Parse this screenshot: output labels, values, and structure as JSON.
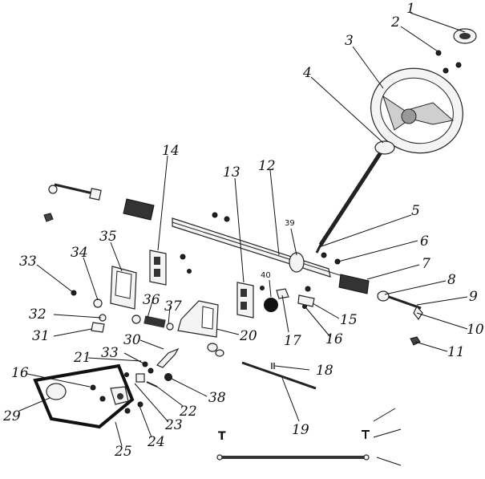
{
  "diagram": {
    "labels": [
      {
        "id": "1",
        "text": "1"
      },
      {
        "id": "2",
        "text": "2"
      },
      {
        "id": "3",
        "text": "3"
      },
      {
        "id": "4",
        "text": "4"
      },
      {
        "id": "5",
        "text": "5"
      },
      {
        "id": "6",
        "text": "6"
      },
      {
        "id": "7",
        "text": "7"
      },
      {
        "id": "8",
        "text": "8"
      },
      {
        "id": "9",
        "text": "9"
      },
      {
        "id": "10",
        "text": "10"
      },
      {
        "id": "11",
        "text": "11"
      },
      {
        "id": "12",
        "text": "12"
      },
      {
        "id": "13",
        "text": "13"
      },
      {
        "id": "14",
        "text": "14"
      },
      {
        "id": "15",
        "text": "15"
      },
      {
        "id": "16a",
        "text": "16"
      },
      {
        "id": "16b",
        "text": "16"
      },
      {
        "id": "17",
        "text": "17"
      },
      {
        "id": "18",
        "text": "18"
      },
      {
        "id": "19",
        "text": "19"
      },
      {
        "id": "20",
        "text": "20"
      },
      {
        "id": "21",
        "text": "21"
      },
      {
        "id": "22",
        "text": "22"
      },
      {
        "id": "23",
        "text": "23"
      },
      {
        "id": "24",
        "text": "24"
      },
      {
        "id": "25",
        "text": "25"
      },
      {
        "id": "29",
        "text": "29"
      },
      {
        "id": "30",
        "text": "30"
      },
      {
        "id": "31",
        "text": "31"
      },
      {
        "id": "32",
        "text": "32"
      },
      {
        "id": "33a",
        "text": "33"
      },
      {
        "id": "33b",
        "text": "33"
      },
      {
        "id": "34",
        "text": "34"
      },
      {
        "id": "35",
        "text": "35"
      },
      {
        "id": "36",
        "text": "36"
      },
      {
        "id": "37",
        "text": "37"
      },
      {
        "id": "38",
        "text": "38"
      },
      {
        "id": "39",
        "text": "39"
      },
      {
        "id": "40",
        "text": "40"
      }
    ],
    "legend_marks": {
      "t1": "T",
      "t2": "T"
    }
  }
}
